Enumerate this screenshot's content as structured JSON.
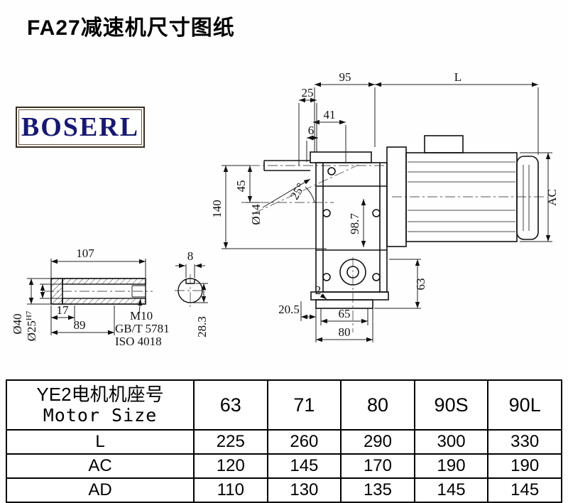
{
  "page": {
    "title": "FA27减速机尺寸图纸",
    "logo": "BOSERL"
  },
  "drawing": {
    "top_dims": {
      "d95": "95",
      "dL": "L",
      "d25": "25",
      "d41": "41",
      "d6": "6"
    },
    "left_dims": {
      "d45": "45",
      "d140": "140",
      "dia14": "Ø14",
      "ang25": "25°"
    },
    "body_dims": {
      "d98_7": "98.7",
      "dAC": "AC",
      "d63": "63",
      "d2": "2",
      "d20_5": "20.5",
      "d65": "65",
      "d80": "80"
    },
    "shaft_view": {
      "d107": "107",
      "d17": "17",
      "d89": "89",
      "dia40": "Ø40",
      "dia25": "Ø25",
      "dia25_sup": "H7",
      "m10": "M10",
      "gbt": "GB/T 5781",
      "iso": "ISO 4018"
    },
    "section_view": {
      "d8": "8",
      "d28_3": "28.3"
    }
  },
  "table": {
    "header": {
      "col0_line1": "YE2电机机座号",
      "col0_line2": "Motor Size",
      "sizes": [
        "63",
        "71",
        "80",
        "90S",
        "90L"
      ]
    },
    "rows": [
      {
        "label": "L",
        "values": [
          "225",
          "260",
          "290",
          "300",
          "330"
        ]
      },
      {
        "label": "AC",
        "values": [
          "120",
          "145",
          "170",
          "190",
          "190"
        ]
      },
      {
        "label": "AD",
        "values": [
          "110",
          "130",
          "135",
          "145",
          "145"
        ]
      }
    ]
  }
}
